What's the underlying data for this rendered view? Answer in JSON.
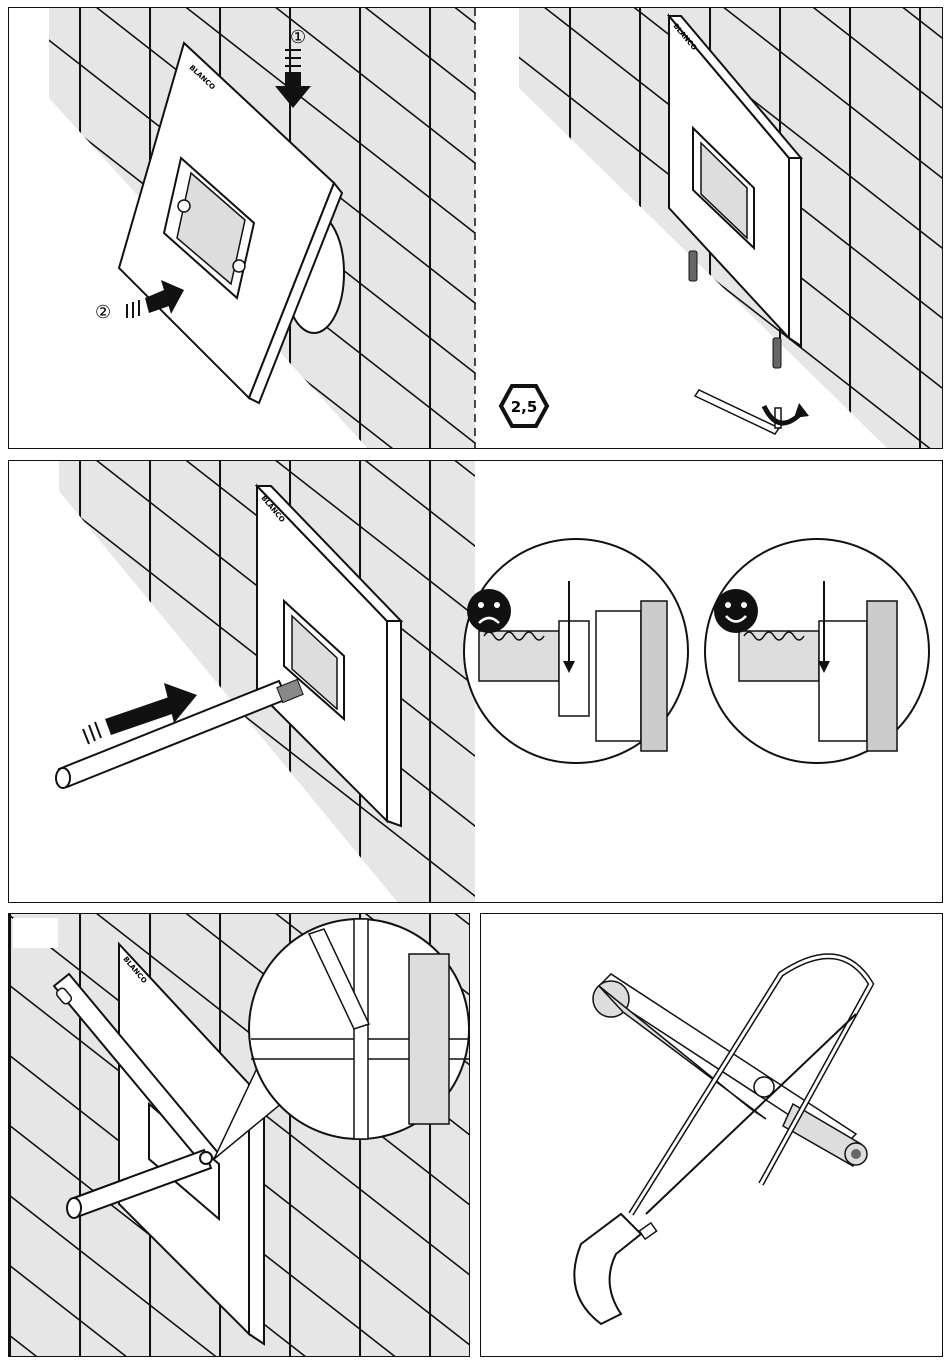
{
  "step_markers": {
    "step_one": "①",
    "step_two": "②"
  },
  "brand_mark": "BLANCO",
  "tool_size": "2,5",
  "indicators": {
    "wrong": "sad-face",
    "correct": "smiley-face"
  },
  "colors": {
    "ink": "#111111",
    "tile": "#e6e6e6",
    "paper": "#ffffff"
  }
}
